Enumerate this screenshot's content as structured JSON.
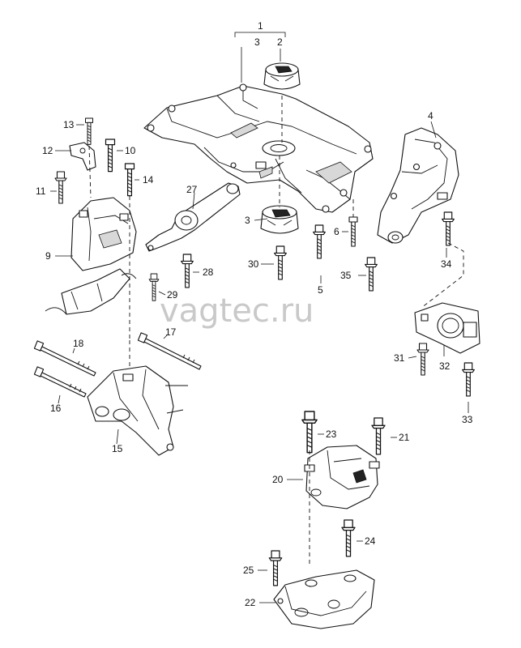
{
  "watermark": "vagtec.ru",
  "callouts": {
    "c1": "1",
    "c2": "2",
    "c3a": "3",
    "c3b": "3",
    "c4": "4",
    "c5": "5",
    "c6": "6",
    "c9": "9",
    "c10": "10",
    "c11": "11",
    "c12": "12",
    "c13": "13",
    "c14": "14",
    "c15": "15",
    "c16": "16",
    "c17": "17",
    "c18": "18",
    "c20": "20",
    "c21": "21",
    "c22": "22",
    "c23": "23",
    "c24": "24",
    "c25": "25",
    "c27": "27",
    "c28": "28",
    "c29": "29",
    "c30": "30",
    "c31": "31",
    "c32": "32",
    "c33": "33",
    "c34": "34",
    "c35": "35"
  }
}
